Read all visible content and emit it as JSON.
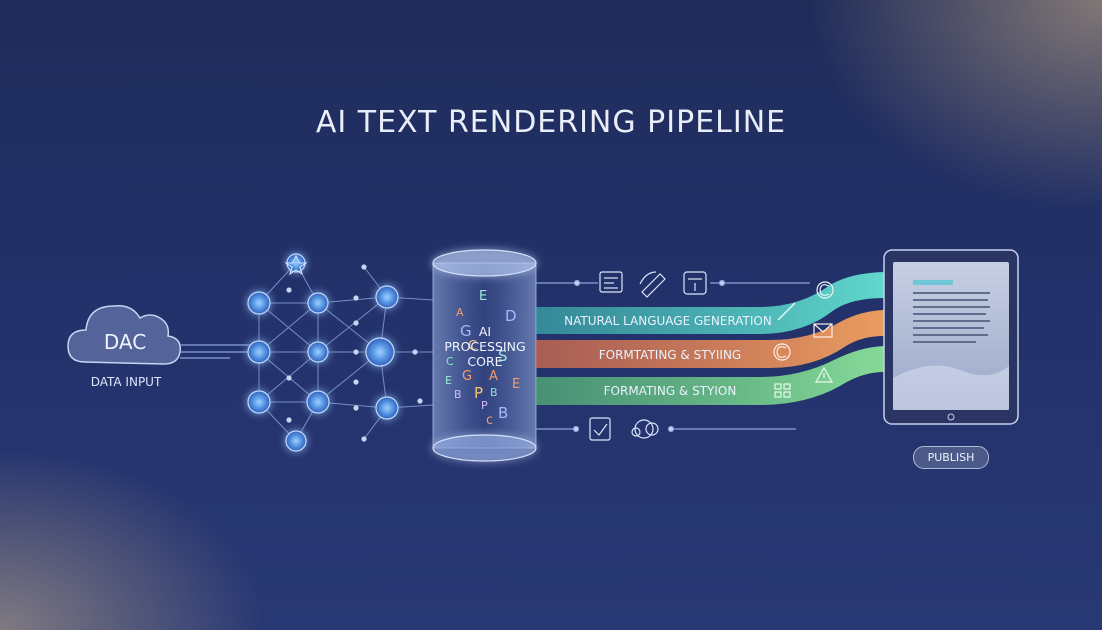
{
  "title": "AI TEXT RENDERING PIPELINE",
  "input": {
    "cloud_text": "DAC",
    "label": "DATA INPUT"
  },
  "core": {
    "line1": "AI",
    "line2": "PROCESSING",
    "line3": "CORE"
  },
  "bands": [
    {
      "label": "NATURAL LANGUAGE GENERATION",
      "color": "#4fd1c5"
    },
    {
      "label": "FORMTATING & STYIING",
      "color": "#f08a5d"
    },
    {
      "label": "FORMATING & STYION",
      "color": "#7bd88f"
    }
  ],
  "core_letters": [
    "A",
    "E",
    "D",
    "C",
    "A",
    "P",
    "B",
    "E",
    "S",
    "P",
    "C",
    "B",
    "E",
    "G",
    "G",
    "B",
    "c"
  ],
  "publish_label": "PUBLISH",
  "colors": {
    "node_fill": "#5aa0f0",
    "node_glow": "#8fc4ff",
    "line": "#8aa4d8",
    "accent": "#6fc2ff"
  },
  "icons": [
    "star-icon",
    "image-icon",
    "pen-icon",
    "document-icon",
    "checklist-icon",
    "brain-icon",
    "pencil-icon",
    "envelope-icon",
    "copyright-icon",
    "grid-icon",
    "warning-icon"
  ]
}
